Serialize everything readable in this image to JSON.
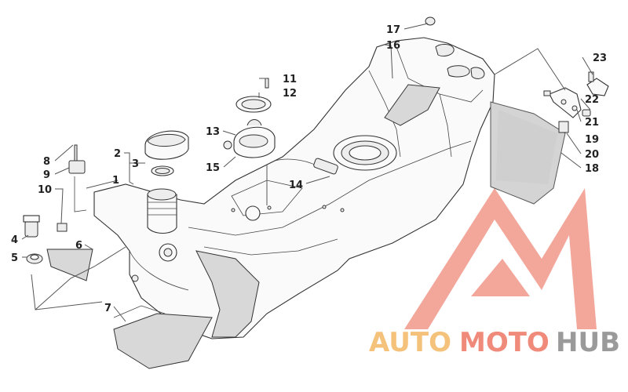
{
  "callouts": [
    {
      "num": "1"
    },
    {
      "num": "2"
    },
    {
      "num": "3"
    },
    {
      "num": "4"
    },
    {
      "num": "5"
    },
    {
      "num": "6"
    },
    {
      "num": "7"
    },
    {
      "num": "8"
    },
    {
      "num": "9"
    },
    {
      "num": "10"
    },
    {
      "num": "11"
    },
    {
      "num": "12"
    },
    {
      "num": "13"
    },
    {
      "num": "14"
    },
    {
      "num": "15"
    },
    {
      "num": "16"
    },
    {
      "num": "17"
    },
    {
      "num": "18"
    },
    {
      "num": "19"
    },
    {
      "num": "20"
    },
    {
      "num": "21"
    },
    {
      "num": "22"
    },
    {
      "num": "23"
    }
  ],
  "watermark": {
    "part1": "AUTO",
    "part2": "MOTO",
    "part3": "HUB",
    "color_auto": "#f4c27a",
    "color_moto": "#f08a7a",
    "color_hub": "#9a9a9a",
    "logo_color": "#f08a7a"
  }
}
